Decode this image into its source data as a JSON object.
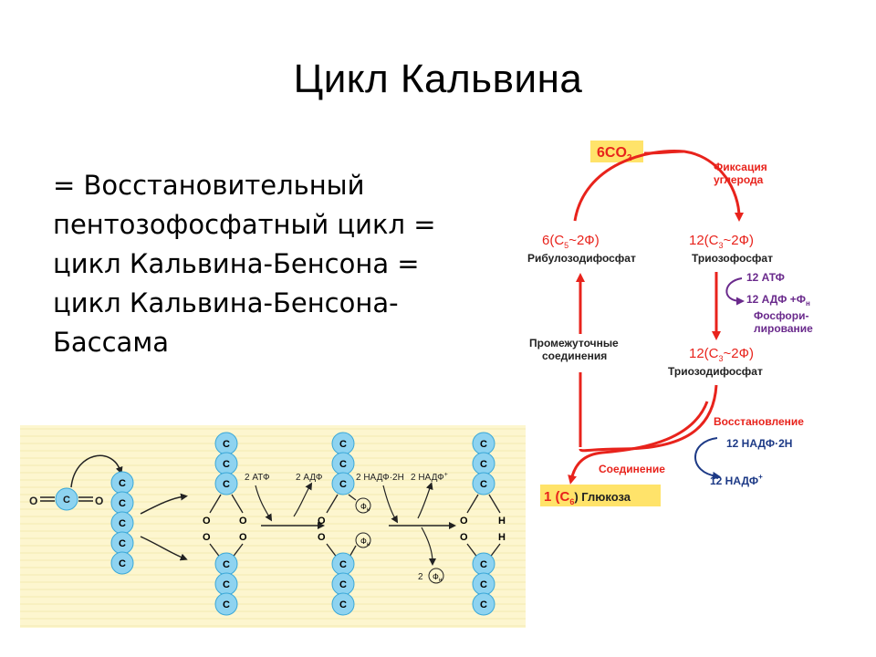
{
  "slide": {
    "title": "Цикл Кальвина",
    "lines": [
      "= Восстановительный",
      "пентозофосфатный цикл =",
      "цикл Кальвина-Бенсона =",
      "цикл Кальвина-Бенсона-",
      "Бассама"
    ]
  },
  "cycle": {
    "co2_label": "6CO",
    "co2_sub": "2",
    "fixation_1": "Фиксация",
    "fixation_2": "углерода",
    "left_formula_a": "6(С",
    "left_formula_sub": "5",
    "left_formula_b": "~2Ф)",
    "left_name": "Рибулозодифосфат",
    "right_formula_a": "12(С",
    "right_formula_sub": "3",
    "right_formula_b": "~2Ф)",
    "right_name": "Триозофосфат",
    "atp": "12 АТФ",
    "adp_a": "12 АДФ +Ф",
    "adp_sub": "н",
    "phos_1": "Фосфори-",
    "phos_2": "лирование",
    "mid_1": "Промежуточные",
    "mid_2": "соединения",
    "bottom_formula_a": "12(С",
    "bottom_formula_sub": "3",
    "bottom_formula_b": "~2Ф)",
    "bottom_name": "Триозодифосфат",
    "reduction": "Восстановление",
    "nadph": "12 НАДФ·2Н",
    "nadp_a": "12 НАДФ",
    "nadp_sup": "+",
    "connection": "Соединение",
    "glucose_a": "1 (С",
    "glucose_sub": "6",
    "glucose_b": ") Глюкоза",
    "colors": {
      "red": "#e8231c",
      "purple": "#6a2a8c",
      "blue": "#1d3a86",
      "yellow": "#ffe36a"
    }
  },
  "molecules": {
    "carbon": "С",
    "oxygen": "О",
    "hydrogen": "Н",
    "atp": "2 АТФ",
    "adp": "2 АДФ",
    "nadph": "2 НАДФ·2Н",
    "nadp_a": "2 НАДФ",
    "nadp_sup": "+",
    "phos": "Ф",
    "phos_sub": "н",
    "phos_count": "2",
    "colors": {
      "background": "#fdf6cf",
      "atom": "#8ed3f0",
      "atom_stroke": "#3aa8d8"
    }
  }
}
